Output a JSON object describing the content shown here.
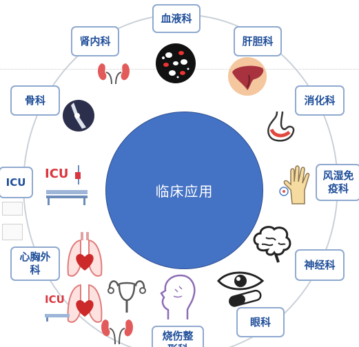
{
  "center": {
    "label": "临床应用"
  },
  "departments": {
    "hematology": "血液科",
    "nephrology": "肾内科",
    "hepatobiliary": "肝胆科",
    "orthopedics": "骨科",
    "gastroenterology": "消化科",
    "icu": "ICU",
    "rheumatology": "风湿免疫科",
    "neurology": "神经科",
    "cardiothoracic": "心胸外科",
    "ophthalmology": "眼科",
    "burn_plastic": "烧伤整形科"
  },
  "icons": [
    "blood-cells-icon",
    "kidney-icon",
    "liver-icon",
    "knee-joint-icon",
    "stomach-icon",
    "icu-bed-icon",
    "arthritis-hand-icon",
    "brain-icon",
    "heart-lungs-icon",
    "eye-capsule-icon",
    "uterus-icon",
    "face-profile-icon"
  ],
  "colors": {
    "center": "#4472c4",
    "label_text": "#1f4e99",
    "label_border": "#8ea8cf",
    "ring": "#c9d0d8"
  }
}
